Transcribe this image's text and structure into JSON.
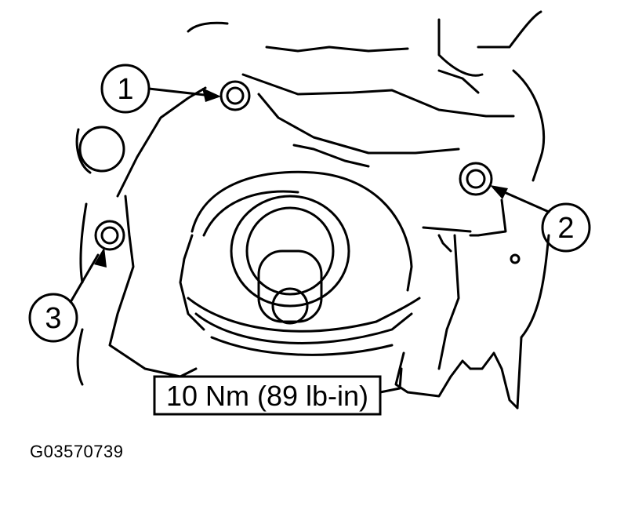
{
  "diagram": {
    "callouts": [
      {
        "label": "1",
        "target": "upper-bolt"
      },
      {
        "label": "2",
        "target": "right-bolt"
      },
      {
        "label": "3",
        "target": "left-bolt"
      }
    ],
    "torque_spec": "10 Nm (89 lb-in)",
    "figure_id": "G03570739",
    "colors": {
      "ink": "#000000",
      "paper": "#ffffff"
    }
  }
}
